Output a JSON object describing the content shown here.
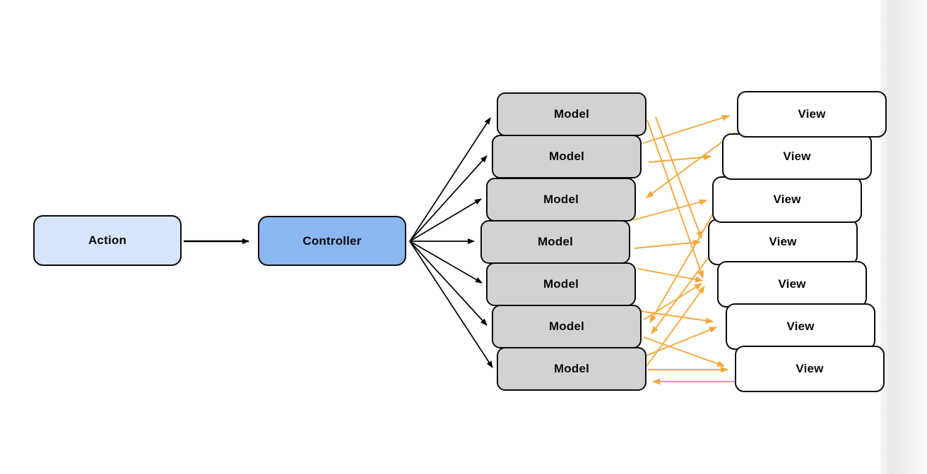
{
  "diagram": {
    "action_label": "Action",
    "controller_label": "Controller",
    "models": [
      "Model",
      "Model",
      "Model",
      "Model",
      "Model",
      "Model",
      "Model"
    ],
    "views": [
      "View",
      "View",
      "View",
      "View",
      "View",
      "View",
      "View"
    ],
    "colors": {
      "action_fill": "#D7E5FB",
      "controller_fill": "#8AB6F1",
      "model_fill": "#D2D2D2",
      "view_fill": "#FFFFFF",
      "border": "#0B0B0B",
      "line_black": "#000000",
      "line_orange": "#F2A93C"
    },
    "edges": {
      "black": {
        "default_width": 1.7,
        "lines": [
          {
            "p": [
              260,
              342,
              352,
              342
            ],
            "w": 2.4
          },
          {
            "p": [
              580,
              342,
              694,
              167
            ]
          },
          {
            "p": [
              580,
              342,
              689,
              221
            ]
          },
          {
            "p": [
              580,
              342,
              681,
              282
            ]
          },
          {
            "p": [
              580,
              342,
              671,
              342
            ]
          },
          {
            "p": [
              580,
              342,
              682,
              401
            ]
          },
          {
            "p": [
              580,
              342,
              689,
              461
            ]
          },
          {
            "p": [
              580,
              342,
              697,
              521
            ]
          }
        ]
      },
      "orange": {
        "default_width": 1.9,
        "lines": [
          {
            "p": [
              910,
              203,
              1032,
              164
            ]
          },
          {
            "p": [
              916,
              170,
              995,
              394
            ]
          },
          {
            "p": [
              928,
              166,
              993,
              338
            ]
          },
          {
            "p": [
              918,
              230,
              1006,
              222
            ]
          },
          {
            "p": [
              1040,
              188,
              915,
              280
            ]
          },
          {
            "p": [
              896,
              312,
              1000,
              284
            ]
          },
          {
            "p": [
              898,
              352,
              991,
              343
            ]
          },
          {
            "p": [
              903,
              381,
              994,
              398
            ]
          },
          {
            "p": [
              1011,
              300,
              920,
              457
            ]
          },
          {
            "p": [
              1005,
              362,
              922,
              473
            ]
          },
          {
            "p": [
              905,
              441,
              1009,
              456
            ]
          },
          {
            "p": [
              910,
              506,
              1014,
              464
            ]
          },
          {
            "p": [
              911,
              453,
              993,
              402
            ]
          },
          {
            "p": [
              916,
              518,
              997,
              406
            ]
          },
          {
            "p": [
              911,
              478,
              1025,
              519
            ]
          },
          {
            "p": [
              917,
              524,
              1030,
              524
            ]
          },
          {
            "p": [
              1041,
              541,
              924,
              541
            ]
          }
        ]
      }
    }
  }
}
